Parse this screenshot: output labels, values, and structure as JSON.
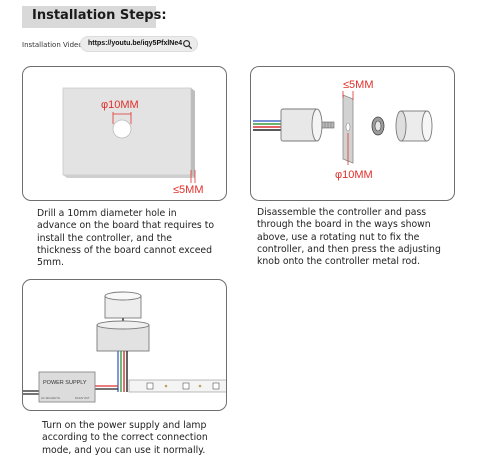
{
  "header": {
    "title": "Installation Steps:"
  },
  "video": {
    "label": "Installation Video:",
    "url": "https://youtu.be/iqy5PfxlNe4",
    "icon": "search-icon"
  },
  "steps": [
    {
      "diagram": {
        "hole_label": "φ10MM",
        "thickness_label": "≤5MM"
      },
      "caption": "Drill a 10mm diameter hole in advance on the board that requires to install the controller, and the thickness of the board cannot exceed 5mm."
    },
    {
      "diagram": {
        "thickness_label": "≤5MM",
        "hole_label": "φ10MM"
      },
      "caption": "Disassemble the controller and pass through the board in the ways shown above, use a rotating nut to fix the controller, and then press the adjusting knob onto the controller metal rod."
    },
    {
      "diagram": {
        "psu_label": "POWER SUPPLY",
        "psu_left_small": "AC 100-240V IN",
        "psu_right_small": "DC12V OUT"
      },
      "caption": "Turn on the power supply and lamp according to the correct connection mode, and you can use it normally."
    }
  ],
  "colors": {
    "accent_red": "#e0302a",
    "panel_border": "#6f6f6f",
    "title_bg": "#d9d9d9"
  }
}
